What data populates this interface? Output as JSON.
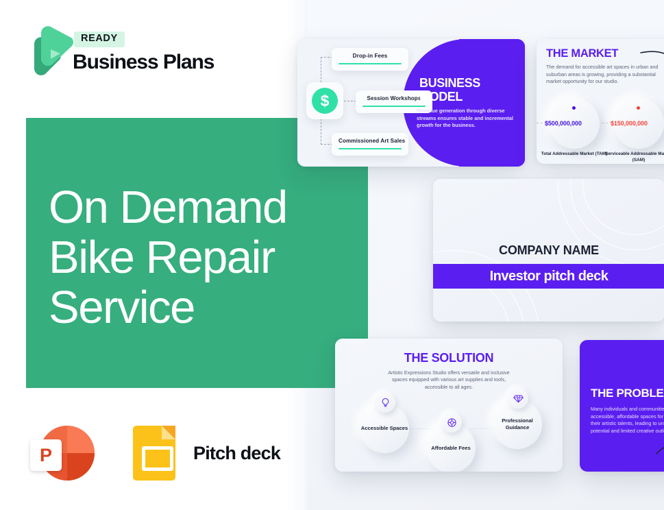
{
  "brand": {
    "badge": "READY",
    "name": "Business Plans",
    "logo_icon": "play-triangle-logo",
    "green_light": "#4fd29a",
    "green_dark": "#35a97a"
  },
  "hero": {
    "title": "On Demand Bike Repair Service",
    "background_color": "#36ae7e",
    "text_color": "#ffffff"
  },
  "footer": {
    "powerpoint_icon": "microsoft-powerpoint-icon",
    "powerpoint_letter": "P",
    "slides_icon": "google-slides-icon",
    "label": "Pitch deck"
  },
  "slides": {
    "business_model": {
      "name": "business-model-slide",
      "title": "BUSINESS MODEL",
      "description": "Revenue generation through diverse streams ensures stable and incremental growth for the business.",
      "icon": "dollar-sign-icon",
      "icon_glyph": "$",
      "items": [
        {
          "label": "Drop-in Fees"
        },
        {
          "label": "Session Workshops"
        },
        {
          "label": "Commissioned Art Sales"
        }
      ],
      "accent_color": "#5b1ef0",
      "bar_color": "#2fe0a7"
    },
    "market": {
      "name": "the-market-slide",
      "title": "THE MARKET",
      "description": "The demand for accessible art spaces in urban and suburban areas is growing, providing a substantial market opportunity for our studio.",
      "metrics": [
        {
          "value": "$500,000,000",
          "label": "Total Addressable Market (TAM)",
          "color": "#4614e0",
          "dot": "market-dot-tam"
        },
        {
          "value": "$150,000,000",
          "label": "Serviceable Addressable Market (SAM)",
          "color": "#f6433b",
          "dot": "market-dot-sam"
        }
      ],
      "arrow_icon": "curved-arrow-icon",
      "title_color": "#5b1ef0"
    },
    "company": {
      "name": "company-name-slide",
      "company_name": "COMPANY NAME",
      "subtitle": "Investor pitch deck",
      "band_color": "#5b1ef0"
    },
    "solution": {
      "name": "the-solution-slide",
      "title": "THE SOLUTION",
      "description": "Artistic Expressions Studio offers versatile and inclusive spaces equipped with various art supplies and tools, accessible to all ages.",
      "items": [
        {
          "label": "Accessible Spaces",
          "icon": "lightbulb-icon"
        },
        {
          "label": "Affordable Fees",
          "icon": "target-circle-icon"
        },
        {
          "label": "Professional Guidance",
          "icon": "diamond-icon"
        }
      ],
      "title_color": "#5b1ef0"
    },
    "problem": {
      "name": "the-problem-slide",
      "title": "THE PROBLEM",
      "description": "Many individuals and communities lack accessible, affordable spaces for exploring their artistic talents, leading to untapped potential and limited creative outlets.",
      "background_color": "#5b1ef0"
    }
  }
}
